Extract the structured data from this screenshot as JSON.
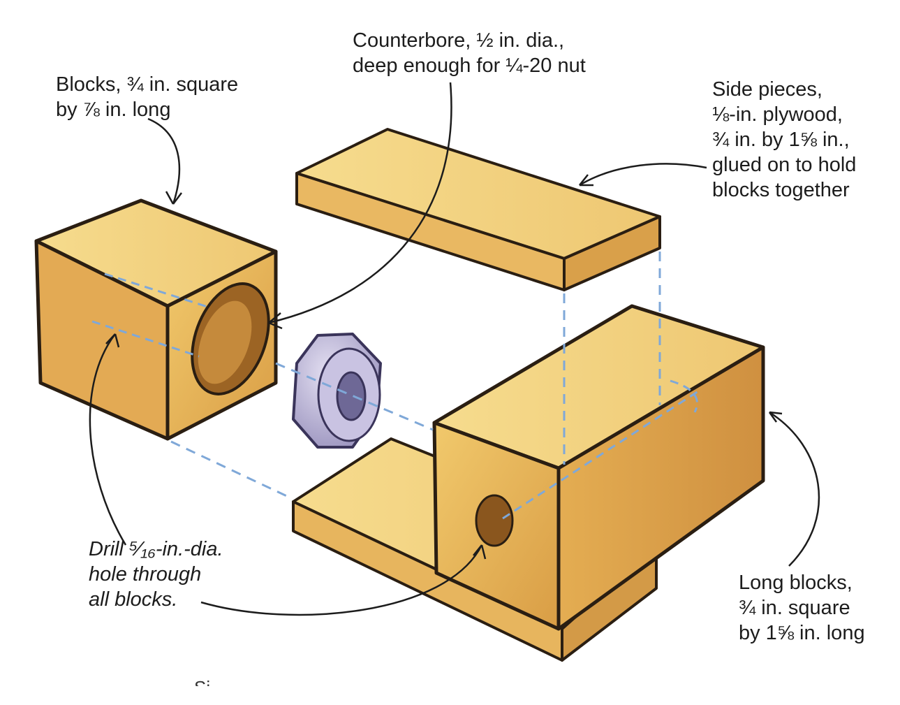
{
  "labels": {
    "counterbore": [
      "Counterbore, ½ in. dia.,",
      "deep enough for ¼-20 nut"
    ],
    "blocks": [
      "Blocks, ¾ in. square",
      "by ⅞ in. long"
    ],
    "side_pieces": [
      "Side pieces,",
      "⅛-in. plywood,",
      "¾ in. by 1⅝ in.,",
      "glued on to hold",
      "blocks together"
    ],
    "drill": [
      "Drill ⁵⁄₁₆-in.-dia.",
      "hole through",
      "all blocks."
    ],
    "long_blocks": [
      "Long blocks,",
      "¾ in. square",
      "by 1⅝ in. long"
    ],
    "cut_off": "Si"
  },
  "colors": {
    "wood_light": "#f3d37c",
    "wood_mid": "#e8b85c",
    "wood_dark": "#c98d3a",
    "outline": "#2a1e12",
    "nut": "#b9b3d4",
    "guide": "#7fa8d8"
  }
}
